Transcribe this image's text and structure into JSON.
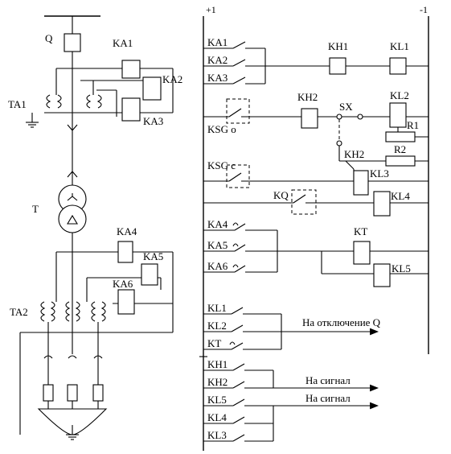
{
  "rails": {
    "plus": "+1",
    "minus": "-1"
  },
  "primary": {
    "breaker": "Q",
    "ct1": "TA1",
    "ct2": "TA2",
    "transformer": "T",
    "relays": {
      "ka1": "KA1",
      "ka2": "KA2",
      "ka3": "KA3",
      "ka4": "KA4",
      "ka5": "KA5",
      "ka6": "KA6"
    }
  },
  "control": {
    "row1": {
      "contacts": [
        "KA1",
        "KA2",
        "KA3"
      ],
      "kh": "KH1",
      "kl": "KL1"
    },
    "row2": {
      "switch": "KSG o",
      "kh": "KH2",
      "sx": "SX",
      "kl": "KL2",
      "r": "R1"
    },
    "row3": {
      "kh": "KH2",
      "r": "R2"
    },
    "row4": {
      "switch": "KSG c",
      "kl": "KL3"
    },
    "row5": {
      "switch": "KQ",
      "kl": "KL4"
    },
    "row6": {
      "contacts": [
        "KA4",
        "KA5",
        "KA6"
      ],
      "kt": "KT",
      "kl": "KL5"
    }
  },
  "trip": {
    "contacts": [
      "KL1",
      "KL2",
      "KT"
    ],
    "label": "На отключение Q"
  },
  "signal": {
    "contacts": [
      "KH1",
      "KH2",
      "KL5",
      "KL4",
      "KL3"
    ],
    "label1": "На сигнал",
    "label2": "На сигнал"
  }
}
